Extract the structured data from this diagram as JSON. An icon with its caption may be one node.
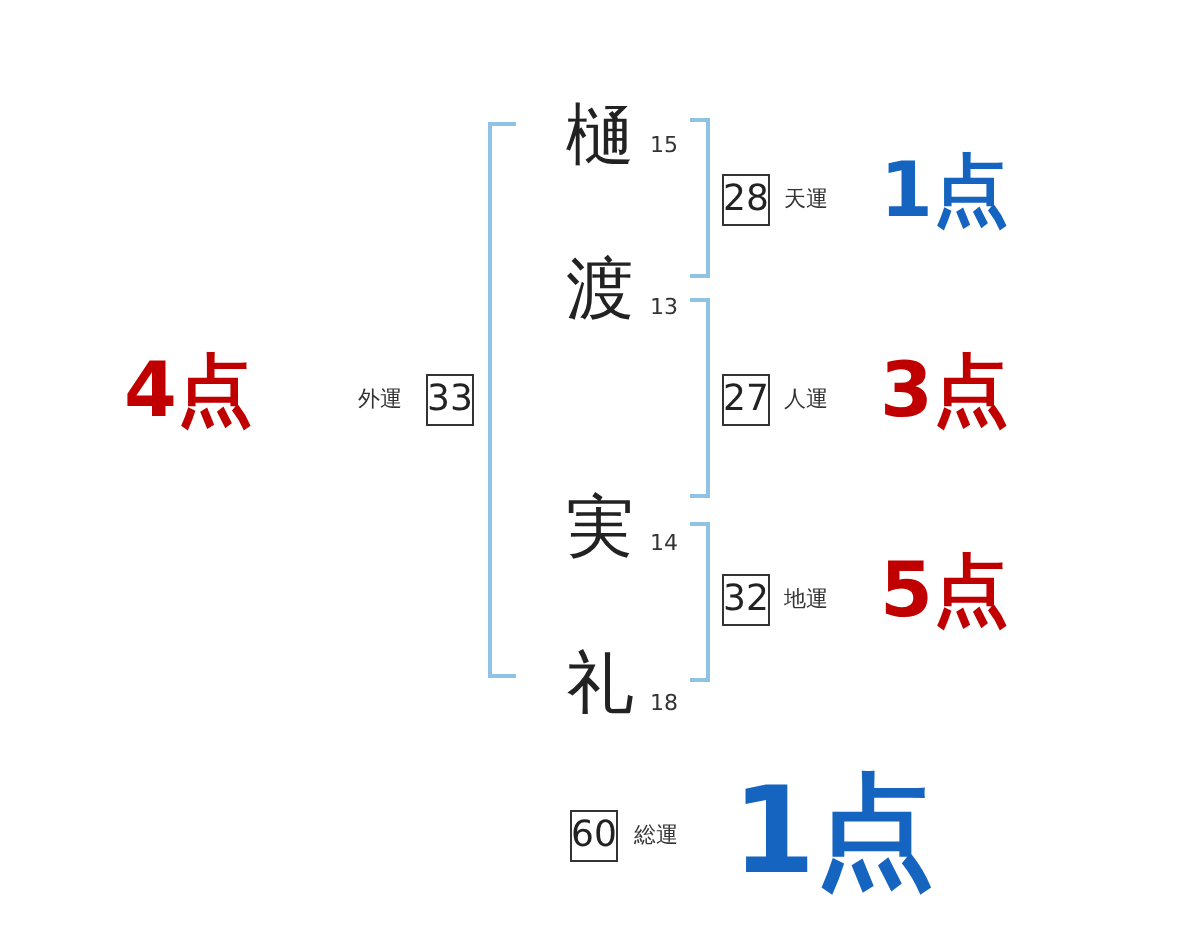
{
  "diagram": {
    "nodes": [
      {
        "text": [
          "28"
        ],
        "beside": [
          "天運",
          "1点"
        ]
      },
      {
        "text": [
          "33"
        ],
        "beside": [
          "外運",
          "4点"
        ]
      },
      {
        "text": [
          "27"
        ],
        "beside": [
          "人運",
          "3点"
        ]
      },
      {
        "text": [
          "32"
        ],
        "beside": [
          "地運",
          "5点"
        ]
      },
      {
        "text": [
          "60"
        ],
        "beside": [
          "総運",
          "1点"
        ]
      }
    ],
    "labels": [
      "樋",
      "15",
      "渡",
      "13",
      "実",
      "14",
      "礼",
      "18"
    ]
  }
}
